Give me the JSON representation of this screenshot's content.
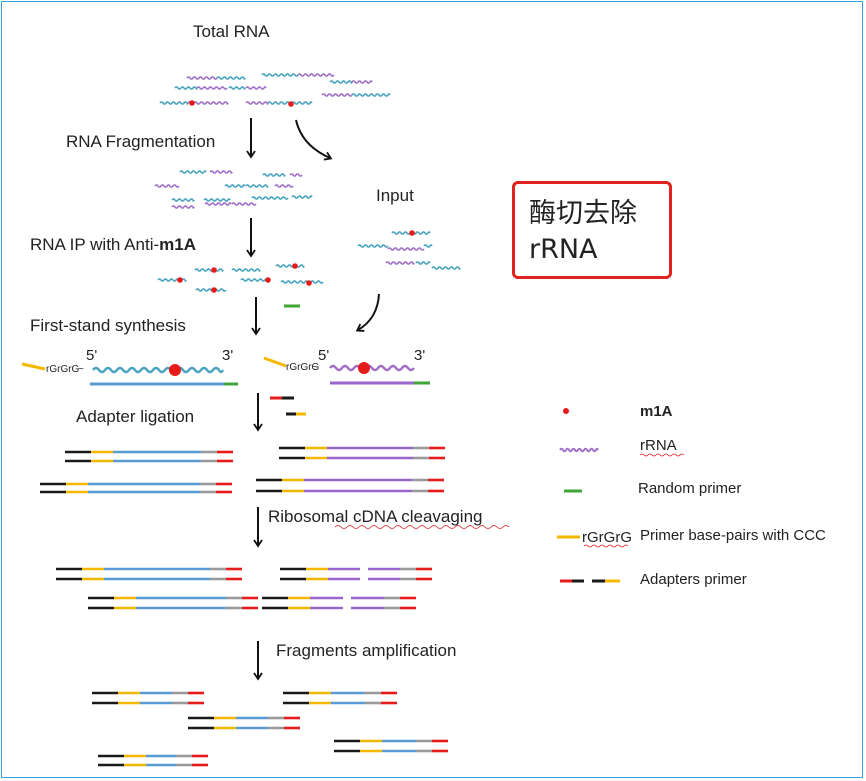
{
  "steps": {
    "total_rna": "Total RNA",
    "fragmentation": "RNA Fragmentation",
    "input": "Input",
    "rna_ip_prefix": "RNA IP with Anti-",
    "rna_ip_bold": "m1A",
    "first_strand": "First-stand synthesis",
    "adapter_ligation": "Adapter ligation",
    "ribosomal": "Ribosomal cDNA cleavaging",
    "amplification": "Fragments amplification"
  },
  "strand_labels": {
    "five_prime": "5'",
    "three_prime": "3'",
    "rgrgrg": "rGrGrG"
  },
  "note": {
    "line1": "酶切去除",
    "line2": "rRNA"
  },
  "legend": [
    {
      "key": "m1a",
      "label": "m1A"
    },
    {
      "key": "rrna",
      "label": "rRNA"
    },
    {
      "key": "random_primer",
      "label": "Random primer"
    },
    {
      "key": "primer_ccc",
      "symbol": "rGrGrG",
      "label": "Primer base-pairs with CCC"
    },
    {
      "key": "adapters",
      "label": "Adapters primer"
    }
  ],
  "colors": {
    "rna_blue": "#4aa3c0",
    "rrna_purple": "#a070c8",
    "m1a_red": "#e81b1b",
    "primer_green": "#3fa535",
    "primer_yellow": "#f5b800",
    "adapter_black": "#1a1a1a",
    "adapter_red": "#e81b1b",
    "gray": "#9a9a9a",
    "strand_blue": "#5b9bd5",
    "strand_purple": "#9966cc",
    "note_border": "#e0231f",
    "frame_border": "#35a3e0"
  }
}
